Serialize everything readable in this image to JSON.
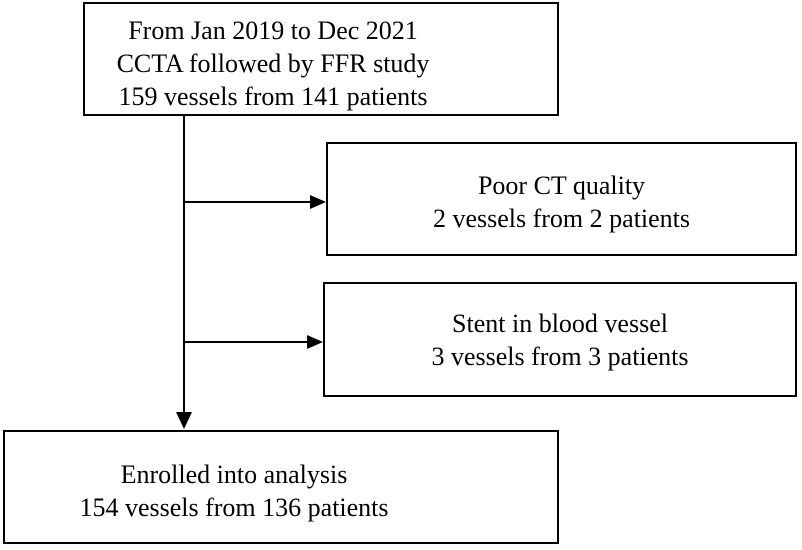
{
  "flowchart": {
    "boxes": {
      "source": {
        "lines": [
          "From Jan 2019 to Dec 2021",
          "CCTA followed by FFR study",
          "159 vessels from 141 patients"
        ]
      },
      "exclusion_poor_ct": {
        "lines": [
          "Poor CT quality",
          "2 vessels from 2 patients"
        ]
      },
      "exclusion_stent": {
        "lines": [
          "Stent in blood vessel",
          "3 vessels from 3 patients"
        ]
      },
      "enrolled": {
        "lines": [
          "Enrolled into analysis",
          "154 vessels from 136 patients"
        ]
      }
    },
    "colors": {
      "box_border": "#000000",
      "connector": "#000000",
      "text": "#000000",
      "background": "#ffffff"
    }
  }
}
